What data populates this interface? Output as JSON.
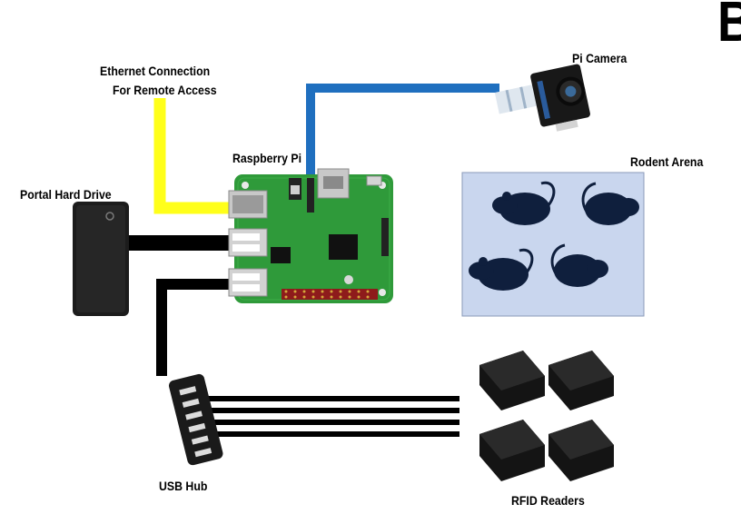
{
  "panel_letter": "B",
  "labels": {
    "ethernet_line1": "Ethernet Connection",
    "ethernet_line2": "For Remote Access",
    "pi_camera": "Pi Camera",
    "raspberry_pi": "Raspberry Pi",
    "rodent_arena": "Rodent Arena",
    "portal_hard_drive": "Portal Hard Drive",
    "usb_hub": "USB Hub",
    "rfid_readers": "RFID Readers"
  },
  "colors": {
    "ethernet_cable": "#ffff1a",
    "camera_cable": "#1f6fbf",
    "usb_cable": "#000000",
    "pi_board": "#2f9a3a",
    "arena_fill": "#c9d6ee",
    "rodent": "#0f1f3d",
    "rfid_module": "#141414"
  }
}
